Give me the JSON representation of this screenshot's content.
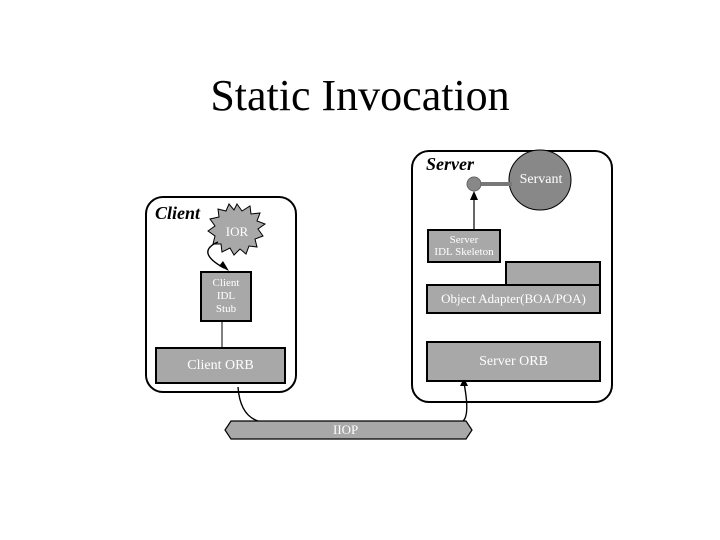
{
  "title": "Static Invocation",
  "server": {
    "label": "Server",
    "servant": "Servant",
    "skeleton": "Server\nIDL Skeleton",
    "adapter": "Object Adapter(BOA/POA)",
    "orb": "Server ORB"
  },
  "client": {
    "label": "Client",
    "ior": "IOR",
    "stub": "Client\nIDL\nStub",
    "orb": "Client ORB"
  },
  "bus": {
    "label": "IIOP"
  },
  "colors": {
    "box_fill": "#a8a8a8",
    "servant_fill": "#888888",
    "ior_fill": "#a8a8a8"
  }
}
